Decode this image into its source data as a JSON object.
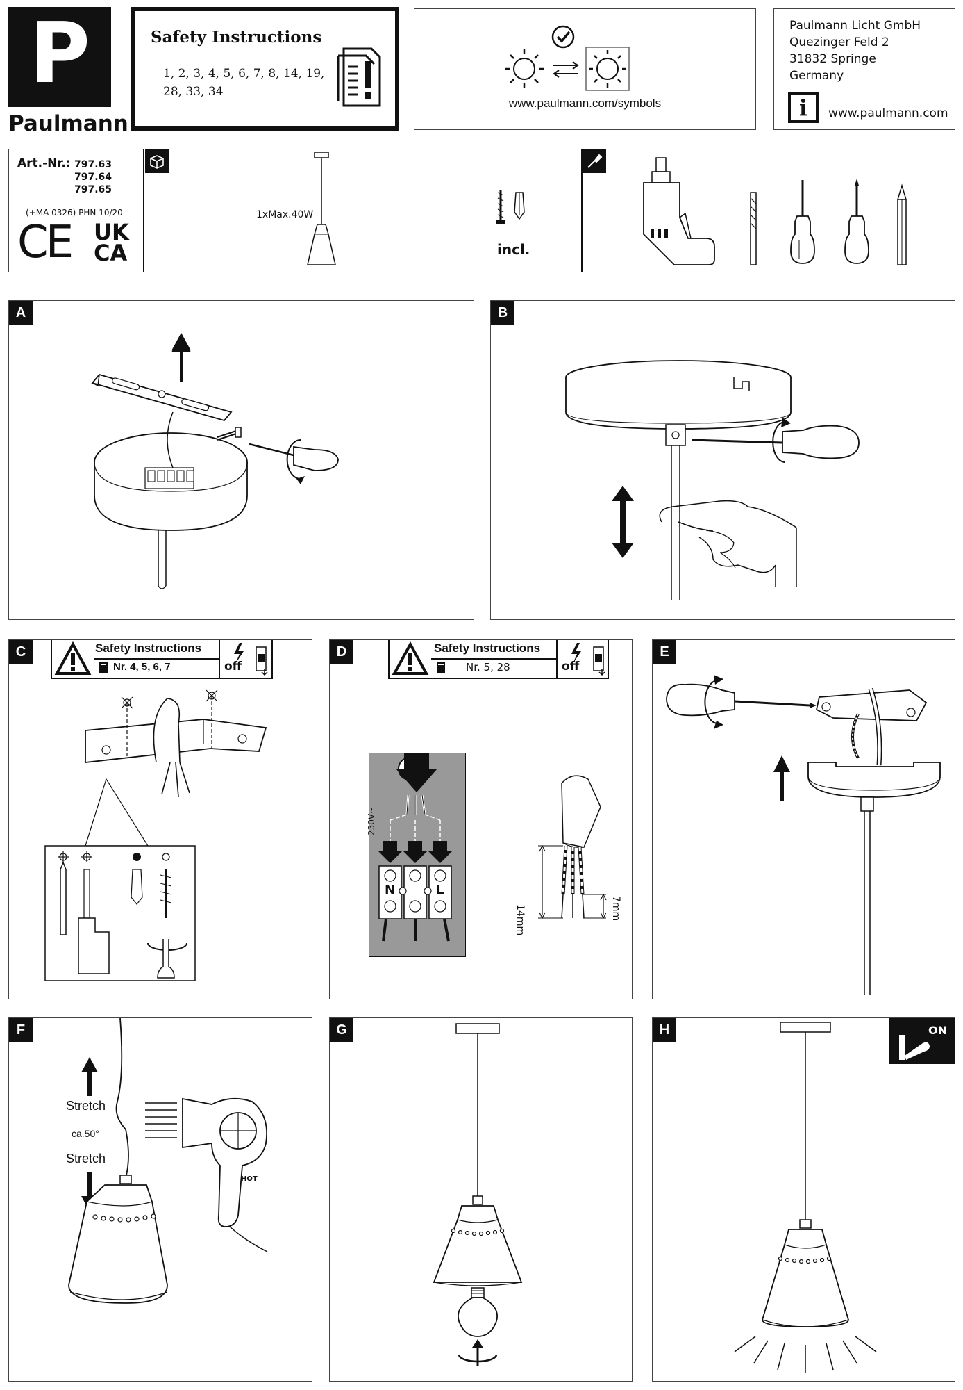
{
  "brand": {
    "name": "Paulmann",
    "logo_letter": "P"
  },
  "safety_box": {
    "title": "Safety Instructions",
    "numbers_line1": "1, 2, 3, 4, 5, 6, 7, 8, 14, 19,",
    "numbers_line2": "28, 33, 34"
  },
  "symbols_box": {
    "url": "www.paulmann.com/symbols"
  },
  "address": {
    "company": "Paulmann Licht GmbH",
    "street": "Quezinger Feld 2",
    "city": "31832 Springe",
    "country": "Germany",
    "website": "www.paulmann.com",
    "info_glyph": "i"
  },
  "article": {
    "label": "Art.-Nr.:",
    "numbers": [
      "797.63",
      "797.64",
      "797.65"
    ],
    "meta": "(+MA 0326) PHN 10/20",
    "ce_mark": "CE",
    "ukca_line1": "UK",
    "ukca_line2": "CA"
  },
  "product": {
    "wattage": "1xMax.40W",
    "included": "incl."
  },
  "panels": {
    "a": {
      "label": "A"
    },
    "b": {
      "label": "B"
    },
    "c": {
      "label": "C",
      "safety_title": "Safety Instructions",
      "safety_numbers": "Nr. 4, 5, 6, 7",
      "off_label": "off"
    },
    "d": {
      "label": "D",
      "safety_title": "Safety Instructions",
      "safety_numbers": "Nr. 5, 28",
      "off_label": "off",
      "voltage": "230V~",
      "terminal_n": "N",
      "terminal_l": "L",
      "strip_length_long": "14mm",
      "strip_length_short": "7mm"
    },
    "e": {
      "label": "E"
    },
    "f": {
      "label": "F",
      "stretch_top": "Stretch",
      "angle": "ca.50°",
      "stretch_bottom": "Stretch",
      "hot_label": "HOT"
    },
    "g": {
      "label": "G"
    },
    "h": {
      "label": "H",
      "on_label": "ON"
    }
  }
}
